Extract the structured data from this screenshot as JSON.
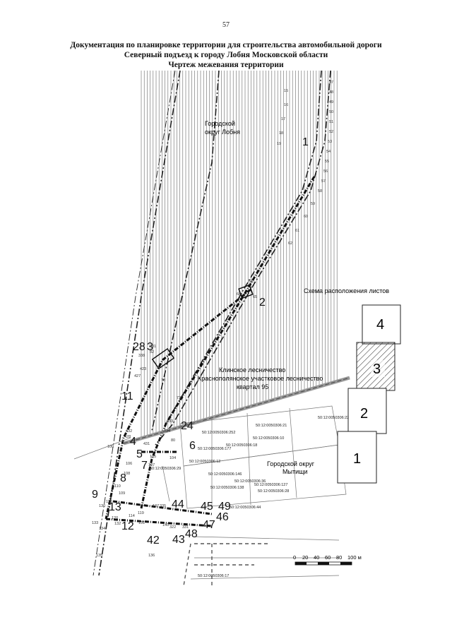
{
  "page_number": "57",
  "title_lines": [
    "Документация по планировке территории для строительства автомобильной дороги",
    "Северный подъезд к городу Лобня Московской области",
    "Чертеж межевания территории"
  ],
  "area_labels": {
    "lobnya_1": "Городской",
    "lobnya_2": "округ Лобня",
    "forest_1": "Клинское лесничество",
    "forest_2": "Краснополянское участковое лесничество",
    "forest_3": "квартал 95",
    "mytishchi_1": "Городской округ",
    "mytishchi_2": "Мытищи"
  },
  "inset": {
    "title": "Схема расположения листов",
    "sheets": [
      "4",
      "3",
      "2",
      "1"
    ],
    "current_sheet": "3"
  },
  "scale_bar": {
    "ticks": [
      "0",
      "20",
      "40",
      "60",
      "80",
      "100 м"
    ]
  },
  "parcels": [
    "50:12:0050306:22",
    "50:12:0050306:21",
    "50:12:0050306:252",
    "50:12:0050306:10",
    "50:12:0050306:18",
    "50:12:0050306:177",
    "50:12:0050306:12",
    "50:12:0050306:29",
    "50:12:0050306:146",
    "50:12:0050306:36",
    "50:12:0050306:127",
    "50:12:0050306:138",
    "50:12:0050306:28",
    "50:12:0050306:44",
    "50:12:0050306:17"
  ],
  "big_markers": [
    "1",
    "2",
    "3",
    "4",
    "5",
    "6",
    "7",
    "8",
    "9",
    "11",
    "12",
    "13",
    "24",
    "28",
    "42",
    "43",
    "44",
    "45",
    "46",
    "47",
    "48",
    "49"
  ],
  "point_numbers": [
    "15",
    "16",
    "17",
    "18",
    "19",
    "47",
    "48",
    "49",
    "50",
    "51",
    "52",
    "53",
    "54",
    "55",
    "56",
    "57",
    "58",
    "59",
    "60",
    "61",
    "62",
    "63",
    "64",
    "65",
    "73",
    "78",
    "80",
    "81",
    "82",
    "100",
    "104",
    "105",
    "106",
    "107",
    "108",
    "109",
    "110",
    "114",
    "119",
    "120",
    "125",
    "130",
    "131",
    "132",
    "133",
    "134",
    "135",
    "136",
    "137",
    "140",
    "322",
    "331",
    "335",
    "338",
    "423",
    "427",
    "428",
    "431",
    "432",
    "433",
    "434",
    "435"
  ]
}
